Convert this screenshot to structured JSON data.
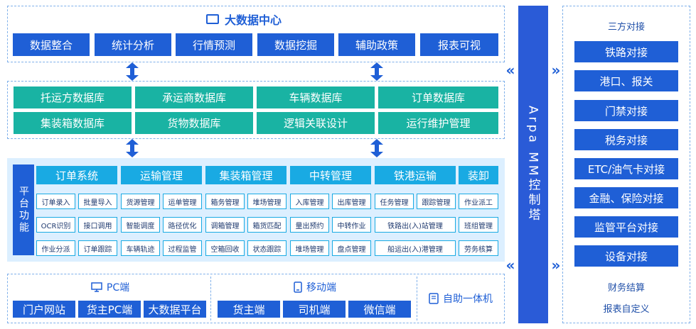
{
  "big_data": {
    "title": "大数据中心",
    "items": [
      "数据整合",
      "统计分析",
      "行情预测",
      "数据挖掘",
      "辅助政策",
      "报表可视"
    ]
  },
  "database": {
    "row1": [
      "托运方数据库",
      "承运商数据库",
      "车辆数据库",
      "订单数据库"
    ],
    "row2": [
      "集装箱数据库",
      "货物数据库",
      "逻辑关联设计",
      "运行维护管理"
    ]
  },
  "platform": {
    "label": "平台功能",
    "columns": [
      {
        "title": "订单系统",
        "items": [
          "订单录入",
          "批量导入",
          "OCR识别",
          "接口调用",
          "作业分派",
          "订单跟踪"
        ]
      },
      {
        "title": "运输管理",
        "items": [
          "货源管理",
          "运单管理",
          "智能调度",
          "路径优化",
          "车辆轨迹",
          "过程监管"
        ]
      },
      {
        "title": "集装箱管理",
        "items": [
          "箱务管理",
          "堆场管理",
          "调箱管理",
          "箱货匹配",
          "空箱回收",
          "状态跟踪"
        ]
      },
      {
        "title": "中转管理",
        "items": [
          "入库管理",
          "出库管理",
          "量出预约",
          "中转作业",
          "堆场管理",
          "盘点管理"
        ]
      },
      {
        "title": "铁港运输",
        "items": [
          "任务管理",
          "跟踪管理",
          "铁路出(入)站管理",
          "船运出(入)港管理"
        ]
      },
      {
        "title": "装卸",
        "items": [
          "作业派工",
          "班组管理",
          "劳务核算"
        ]
      }
    ]
  },
  "clients": {
    "pc": {
      "title": "PC端",
      "items": [
        "门户网站",
        "货主PC端",
        "大数据平台"
      ]
    },
    "mobile": {
      "title": "移动端",
      "items": [
        "货主端",
        "司机端",
        "微信端"
      ]
    },
    "kiosk": {
      "title": "自助一体机"
    }
  },
  "tower": {
    "label": "Arpa MM控制塔"
  },
  "third_party": {
    "title": "三方对接",
    "items": [
      "铁路对接",
      "港口、报关",
      "门禁对接",
      "税务对接",
      "ETC/油气卡对接",
      "金融、保险对接",
      "监管平台对接",
      "设备对接"
    ],
    "footer1": "财务结算",
    "footer2": "报表自定义"
  },
  "colors": {
    "blue": "#1f5fd6",
    "teal": "#19b3a3",
    "cyan": "#19aae3",
    "panel": "#dcefff"
  }
}
